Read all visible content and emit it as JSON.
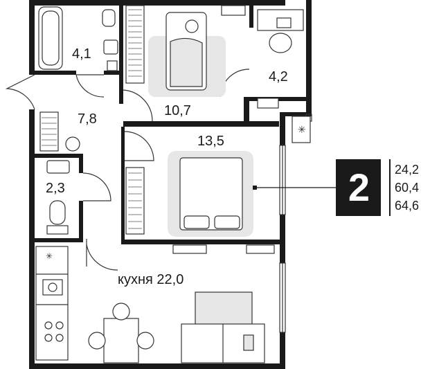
{
  "plan": {
    "rooms": [
      {
        "id": "bathroom",
        "area": "4,1"
      },
      {
        "id": "bedroom-small",
        "area": "10,7"
      },
      {
        "id": "balcony",
        "area": "4,2"
      },
      {
        "id": "hallway",
        "area": "7,8"
      },
      {
        "id": "bedroom",
        "area": "13,5"
      },
      {
        "id": "wc",
        "area": "2,3"
      },
      {
        "id": "kitchen",
        "area": "кухня 22,0"
      }
    ]
  },
  "info": {
    "rooms_count": "2",
    "living_area": "24,2",
    "total_area": "60,4",
    "area_with_balcony": "64,6"
  },
  "colors": {
    "wall": "#1a1a1a",
    "furniture_fill": "#e6e6e6",
    "line": "#333333"
  }
}
